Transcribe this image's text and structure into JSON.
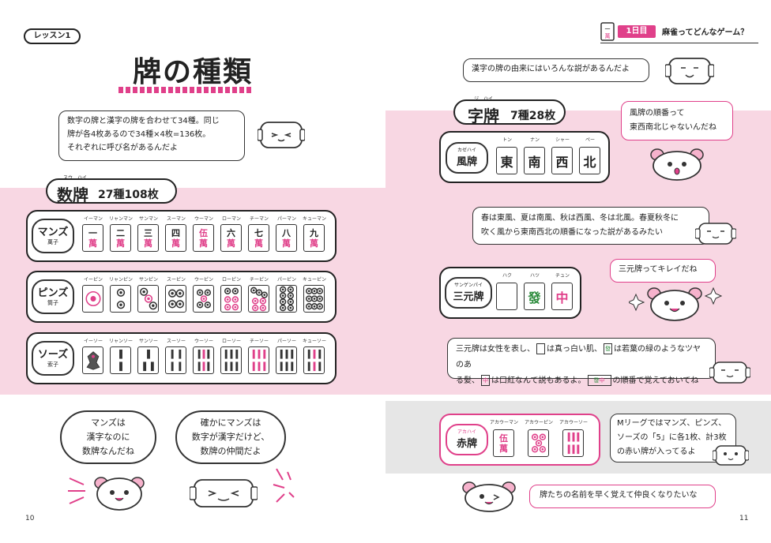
{
  "left": {
    "lesson_label": "レッスン1",
    "title": "牌の種類",
    "intro": [
      "数字の牌と漢字の牌を合わせて34種。同じ",
      "牌が各4枚あるので34種×4枚=136枚。",
      "それぞれに呼び名があるんだよ"
    ],
    "suhai": {
      "ruby": "スウ　ハイ",
      "label": "数牌",
      "count": "27種108枚"
    },
    "rows": [
      {
        "name": "マンズ",
        "sub": "萬子",
        "readings": [
          "イーマン",
          "リャンマン",
          "サンマン",
          "スーマン",
          "ウーマン",
          "ローマン",
          "チーマン",
          "パーマン",
          "キューマン"
        ],
        "glyphs": [
          "一",
          "二",
          "三",
          "四",
          "伍",
          "六",
          "七",
          "八",
          "九"
        ],
        "suffix": "萬"
      },
      {
        "name": "ピンズ",
        "sub": "筒子",
        "readings": [
          "イーピン",
          "リャンピン",
          "サンピン",
          "スーピン",
          "ウーピン",
          "ローピン",
          "チーピン",
          "パーピン",
          "キューピン"
        ]
      },
      {
        "name": "ソーズ",
        "sub": "索子",
        "readings": [
          "イーソー",
          "リャンソー",
          "サンソー",
          "スーソー",
          "ウーソー",
          "ローソー",
          "チーソー",
          "パーソー",
          "キューソー"
        ]
      }
    ],
    "bubble1": [
      "マンズは",
      "漢字なのに",
      "数牌なんだね"
    ],
    "bubble2": [
      "確かにマンズは",
      "数字が漢字だけど、",
      "数牌の仲間だよ"
    ],
    "page": "10"
  },
  "right": {
    "day_badge": "1日目",
    "chapter": "麻雀ってどんなゲーム？",
    "top_bubble": "漢字の牌の由来にはいろんな説があるんだよ",
    "jihai": {
      "ruby": "ジ　ハイ",
      "label": "字牌",
      "count": "7種28枚"
    },
    "kaze": {
      "ruby": "カゼハイ",
      "name": "風牌",
      "readings": [
        "トン",
        "ナン",
        "シャー",
        "ペー"
      ],
      "glyphs": [
        "東",
        "南",
        "西",
        "北"
      ]
    },
    "kaze_bubble": [
      "風牌の順番って",
      "東西南北じゃないんだね"
    ],
    "kaze_note": [
      "春は東風、夏は南風、秋は西風、冬は北風。春夏秋冬に",
      "吹く風から東南西北の順番になった説があるみたい"
    ],
    "sangen": {
      "ruby": "サンゲンパイ",
      "name": "三元牌",
      "readings": [
        "ハク",
        "ハツ",
        "チュン"
      ],
      "glyphs": [
        "",
        "發",
        "中"
      ]
    },
    "sangen_bubble": "三元牌ってキレイだね",
    "sangen_note_1": [
      "三元牌は女性を表し、",
      "は真っ白い肌、",
      "は若葉の緑のようなツヤのあ"
    ],
    "sangen_note_2": [
      "る髪、",
      "は口紅なんて説もあるよ。",
      "の順番で覚えておいてね"
    ],
    "aka": {
      "ruby": "アカハイ",
      "name": "赤牌",
      "readings": [
        "アカウーマン",
        "アカウーピン",
        "アカウーソー"
      ]
    },
    "aka_note": [
      "Mリーグではマンズ、ピンズ、",
      "ソーズの「5」に各1枚、計3枚",
      "の赤い牌が入ってるよ"
    ],
    "bottom_bubble": "牌たちの名前を早く覚えて仲良くなりたいな",
    "page": "11"
  },
  "colors": {
    "pink": "#e0408a",
    "band": "#f8d7e3",
    "grey": "#e6e6e6"
  }
}
